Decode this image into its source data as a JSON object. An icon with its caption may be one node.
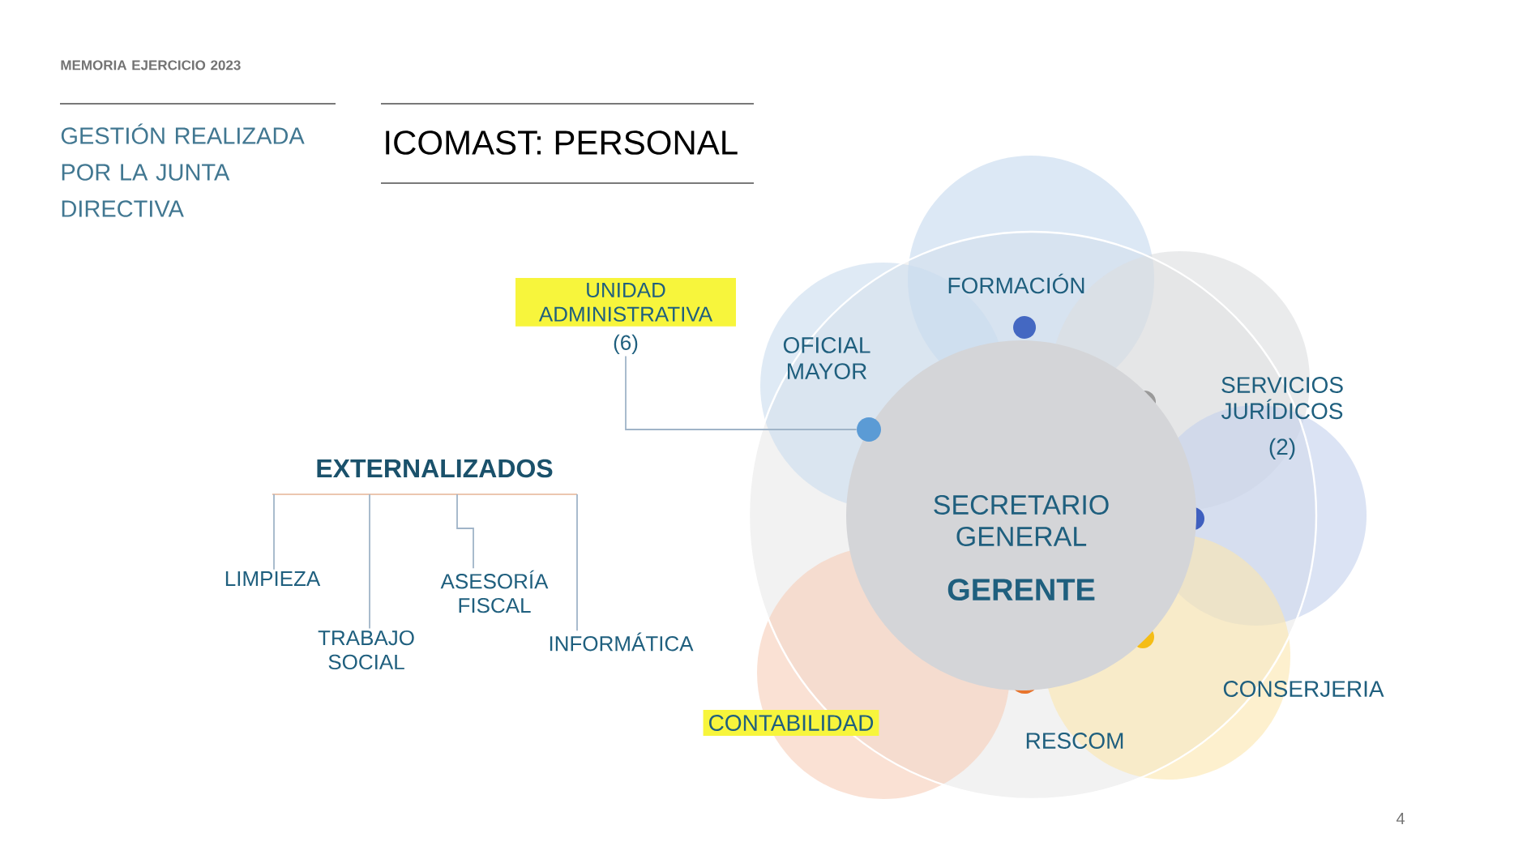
{
  "diagram": {
    "title": "ICOMAST: PERSONAL",
    "nodes": [
      {
        "text": [
          "SECRETARIO GENERAL",
          "GERENTE"
        ]
      },
      {
        "text": [
          "FORMACIÓN"
        ]
      },
      {
        "text": [
          "OFICIAL MAYOR"
        ]
      },
      {
        "text": [
          "SERVICIOS JURÍDICOS",
          "(2)"
        ]
      },
      {
        "text": [
          "CONSERJERIA"
        ]
      },
      {
        "text": [
          "RESCOM"
        ]
      },
      {
        "text": [
          "CONTABILIDAD"
        ]
      },
      {
        "text": [
          "UNIDAD ADMINISTRATIVA",
          "(6)"
        ]
      },
      {
        "text": [],
        "shape": "circle"
      },
      {
        "text": [
          "EXTERNALIZADOS"
        ]
      },
      {
        "text": [
          "LIMPIEZA"
        ]
      },
      {
        "text": [
          "TRABAJO SOCIAL"
        ]
      },
      {
        "text": [
          "ASESORÍA FISCAL"
        ]
      },
      {
        "text": [
          "INFORMÁTICA"
        ]
      }
    ],
    "edges": [
      {
        "from": 7,
        "to": 8,
        "arrow": "none"
      },
      {
        "from": 9,
        "to": 10,
        "arrow": "none"
      },
      {
        "from": 9,
        "to": 11,
        "arrow": "none"
      },
      {
        "from": 9,
        "to": 12,
        "arrow": "none"
      },
      {
        "from": 9,
        "to": 13,
        "arrow": "none"
      }
    ],
    "labels": [
      "MEMORIA EJERCICIO 2023",
      "GESTIÓN REALIZADA POR LA JUNTA DIRECTIVA",
      "4"
    ]
  }
}
